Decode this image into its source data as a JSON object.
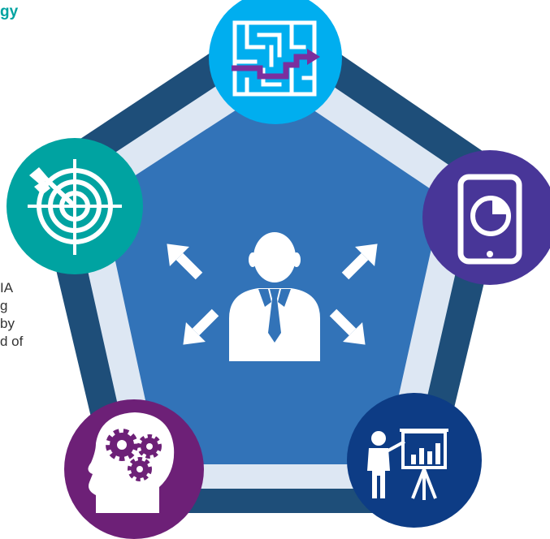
{
  "heading_fragment": "gy",
  "side_text_lines": [
    "IA",
    "g",
    "by",
    "d of"
  ],
  "colors": {
    "outer_ring": "#1e4e79",
    "middle_ring": "#dde7f3",
    "inner_pentagon": "#3273b8",
    "accent_teal": "#00a3a1",
    "accent_cyan": "#00aeef",
    "accent_indigo": "#483698",
    "accent_purple": "#6d2077",
    "accent_navy": "#0d3c85",
    "icon_white": "#ffffff"
  },
  "nodes": [
    {
      "position": "top",
      "icon": "maze-icon",
      "color": "#00aeef"
    },
    {
      "position": "left",
      "icon": "target-icon",
      "color": "#00a3a1"
    },
    {
      "position": "right",
      "icon": "tablet-pie-chart-icon",
      "color": "#483698"
    },
    {
      "position": "bottom-left",
      "icon": "head-gears-icon",
      "color": "#6d2077"
    },
    {
      "position": "bottom-right",
      "icon": "presenter-chart-icon",
      "color": "#0d3c85"
    }
  ],
  "center": {
    "icon": "person-arrows-icon"
  }
}
